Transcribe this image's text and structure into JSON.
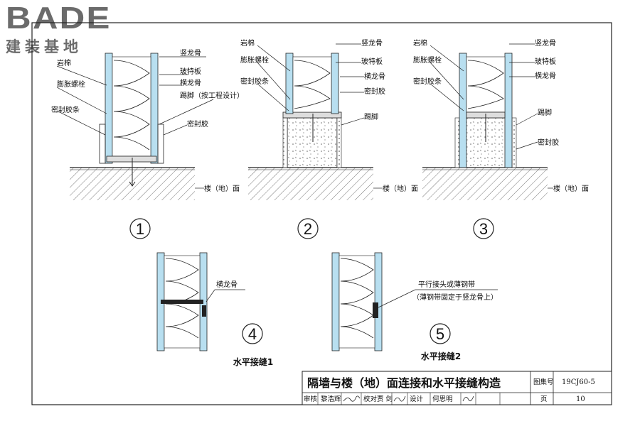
{
  "logo": {
    "brand": "BADE",
    "subtitle": "建装基地"
  },
  "labels": {
    "rock_wool": "岩棉",
    "expansion_bolt": "膨胀螺栓",
    "seal_strip": "密封胶条",
    "vertical_keel": "竖龙骨",
    "glass_board": "玻特板",
    "horizontal_keel": "横龙骨",
    "skirting_design": "踢脚（按工程设计）",
    "sealant": "密封胶",
    "skirting": "踢脚",
    "floor": "楼（地）面",
    "parallel_joint": "平行接头或薄钢带",
    "steel_strip_note": "（薄钢带固定于竖龙骨上）"
  },
  "figures": {
    "n1": "1",
    "n2": "2",
    "n3": "3",
    "n4": "4",
    "n5": "5",
    "cap4": "水平接缝1",
    "cap5": "水平接缝2"
  },
  "title_block": {
    "title": "隔墙与楼（地）面连接和水平接缝构造",
    "atlas_label": "图集号",
    "atlas_no": "19CJ60-5",
    "review_label": "审核",
    "reviewer": "黎浩辉",
    "check_label": "校对",
    "checker": "贾 剑",
    "design_label": "设计",
    "designer": "何思明",
    "page_label": "页",
    "page_no": "10"
  }
}
